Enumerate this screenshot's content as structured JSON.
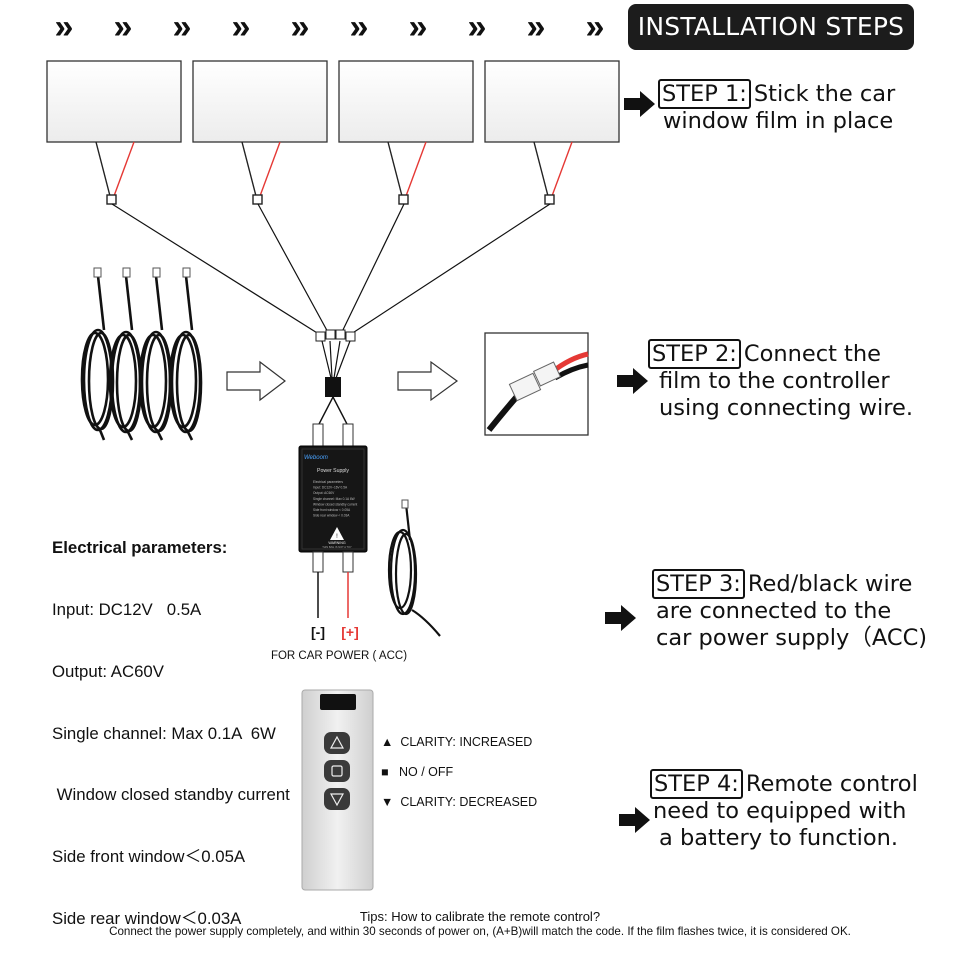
{
  "header": {
    "title": "INSTALLATION STEPS",
    "chevron_glyph": "»",
    "chevron_count": 10
  },
  "steps": [
    {
      "label": "STEP 1:",
      "lines": [
        "Stick the car",
        "window film in place"
      ]
    },
    {
      "label": "STEP 2:",
      "lines": [
        "Connect the",
        "film to the controller",
        "using connecting wire."
      ]
    },
    {
      "label": "STEP 3:",
      "lines": [
        "Red/black wire",
        "are connected to the",
        "car power supply（ACC)"
      ]
    },
    {
      "label": "STEP 4:",
      "lines": [
        "Remote control",
        "need to equipped with",
        "a battery to function."
      ]
    }
  ],
  "electrical": {
    "heading": "Electrical parameters:",
    "lines": [
      "Input: DC12V   0.5A",
      "Output: AC60V",
      "Single channel: Max 0.1A  6W",
      " Window closed standby current",
      "Side front window＜0.05A",
      "Side rear window＜0.03A"
    ]
  },
  "power_box": {
    "brand": "Weboom",
    "title": "Power Supply",
    "spec_lines": [
      "Electrical parameters",
      "Input: DC12V~16V  0.5A",
      "Output: AC60V",
      "Single channel: Max 0.1A  6W",
      "Window closed standby current",
      "Side front window < 0.05A",
      "Side rear window < 0.03A"
    ],
    "warning": "WARNING",
    "warning_note": "THIS BAG IS NOT A TOY"
  },
  "wires": {
    "negative": "[-]",
    "positive": "[+]",
    "caption": "FOR CAR POWER ( ACC)"
  },
  "remote_legend": [
    {
      "symbol": "▲",
      "text": "CLARITY: INCREASED"
    },
    {
      "symbol": "■",
      "text": "NO / OFF"
    },
    {
      "symbol": "▼",
      "text": "CLARITY: DECREASED"
    }
  ],
  "tips": {
    "title": "Tips: How to calibrate the remote control?",
    "body": "Connect the power supply completely, and within 30 seconds of power on, (A+B)will match the code. If the film flashes twice, it is considered OK."
  },
  "colors": {
    "title_bg": "#1c1c1c",
    "red_wire": "#e53935",
    "black_wire": "#111111",
    "film_fill": "#f3f3f3",
    "remote_body": "#e6e6e6"
  }
}
